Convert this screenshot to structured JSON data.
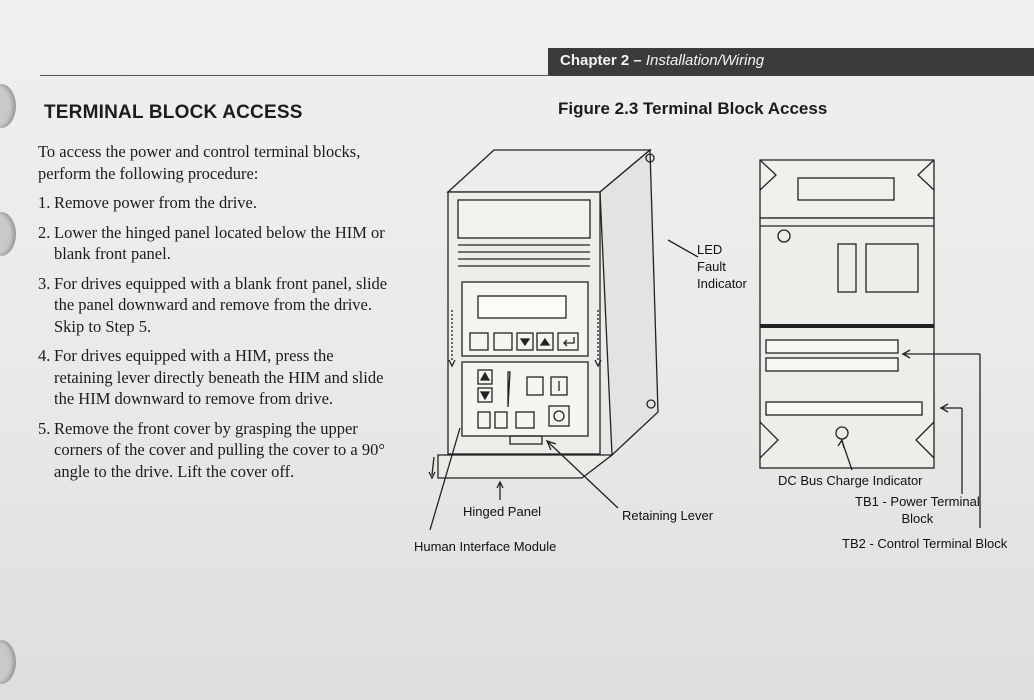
{
  "header": {
    "chapter_label": "Chapter 2 –",
    "chapter_section": "Installation/Wiring"
  },
  "section_title": "TERMINAL BLOCK ACCESS",
  "figure_title": "Figure 2.3  Terminal Block Access",
  "intro": "To access the power and control terminal blocks, perform the following procedure:",
  "steps": [
    {
      "num": "1.",
      "text": "Remove power from the drive."
    },
    {
      "num": "2.",
      "text": "Lower  the hinged panel located below the HIM or blank front panel."
    },
    {
      "num": "3.",
      "text": "For drives equipped with a blank front panel, slide the panel downward and remove from the drive.  Skip to Step 5."
    },
    {
      "num": "4.",
      "text": "For drives equipped with a HIM, press the retaining lever directly beneath the HIM and slide the HIM downward to remove from drive."
    },
    {
      "num": "5.",
      "text": "Remove the front cover by grasping the upper corners of the cover and pulling the cover to a 90° angle to the drive.  Lift the cover off."
    }
  ],
  "figure_labels": {
    "led_fault": "LED\nFault\nIndicator",
    "hinged_panel": "Hinged Panel",
    "retaining_lever": "Retaining Lever",
    "him": "Human Interface Module",
    "dc_bus": "DC Bus Charge Indicator",
    "tb1": "TB1 - Power Terminal\nBlock",
    "tb2": "TB2 - Control Terminal Block"
  }
}
